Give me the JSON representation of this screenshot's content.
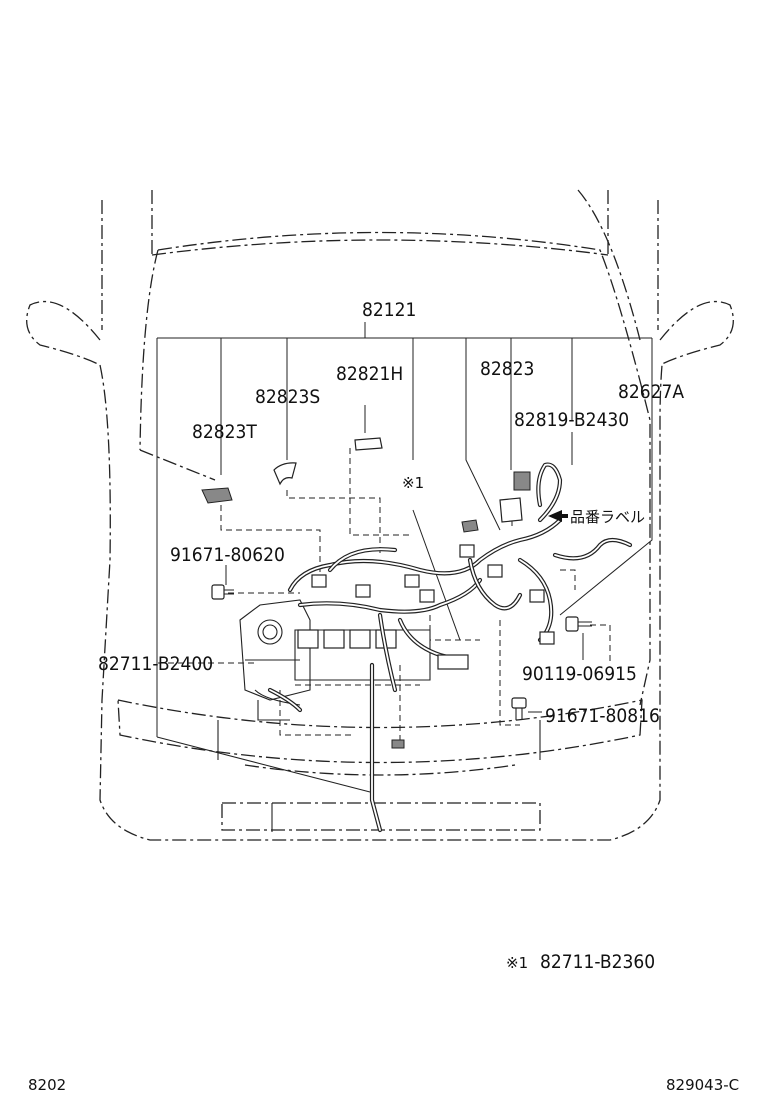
{
  "diagram": {
    "labels": {
      "p82121": "82121",
      "p82821H": "82821H",
      "p82823S": "82823S",
      "p82823T": "82823T",
      "p82823": "82823",
      "p82627A": "82627A",
      "p82819_B2430": "82819-B2430",
      "p91671_80620": "91671-80620",
      "p82711_B2400": "82711-B2400",
      "p90119_06915": "90119-06915",
      "p91671_80816": "91671-80816",
      "ref_mark": "※1",
      "label_note": "品番ラベル",
      "footnote_mark": "※1",
      "footnote_part": "82711-B2360"
    },
    "footer": {
      "left_code": "8202",
      "right_code": "829043-C"
    },
    "icons": [
      "arrow-left-icon",
      "bolt-icon",
      "clamp-icon",
      "connector-icon"
    ]
  }
}
